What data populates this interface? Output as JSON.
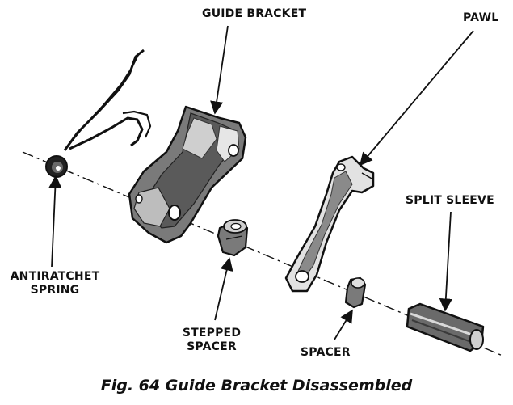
{
  "labels": {
    "guide_bracket": "GUIDE BRACKET",
    "pawl": "PAWL",
    "split_sleeve": "SPLIT SLEEVE",
    "antiratchet_spring_line1": "ANTIRATCHET",
    "antiratchet_spring_line2": "SPRING",
    "stepped_spacer_line1": "STEPPED",
    "stepped_spacer_line2": "SPACER",
    "spacer": "SPACER"
  },
  "caption": "Fig. 64 Guide Bracket Disassembled",
  "colors": {
    "ink": "#111111",
    "shade": "#6a6a6a",
    "light": "#d9d9d9",
    "paper": "#ffffff"
  }
}
